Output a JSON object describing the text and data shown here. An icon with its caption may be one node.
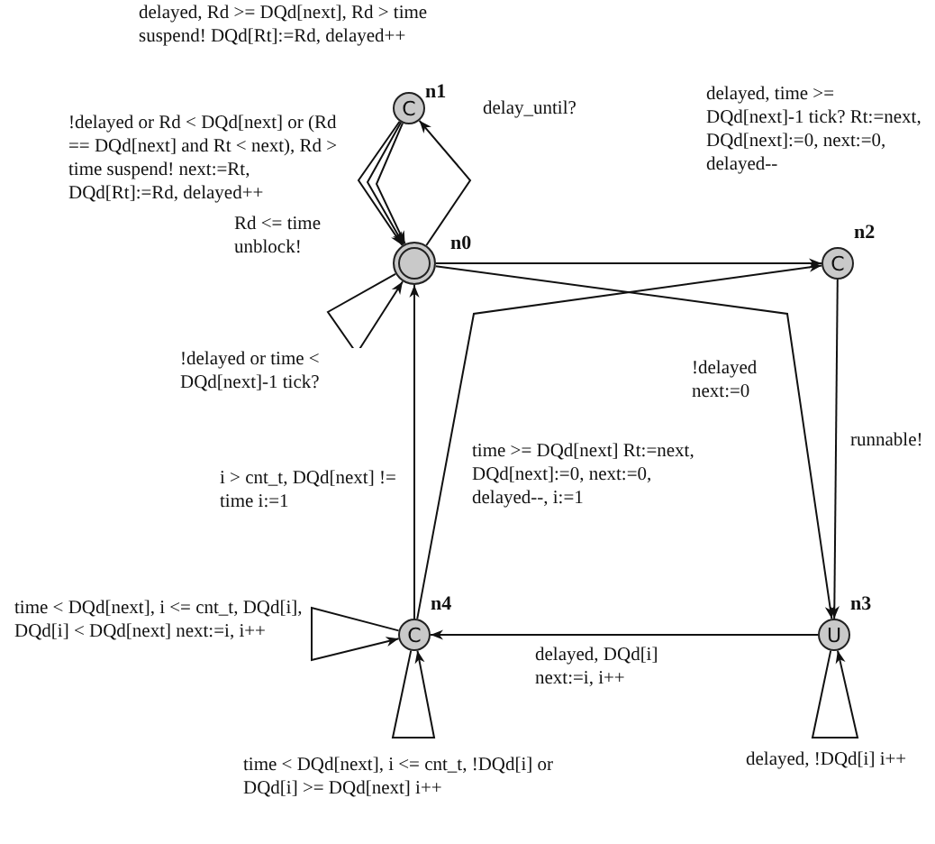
{
  "diagram": {
    "nodes": [
      {
        "text": [
          "C",
          "n1"
        ]
      },
      {
        "text": [
          "n0"
        ]
      },
      {
        "text": [
          "C",
          "n2"
        ]
      },
      {
        "text": [
          "C",
          "n4"
        ]
      },
      {
        "text": [
          "U",
          "n3"
        ]
      }
    ],
    "edges": [
      {
        "from": 0,
        "to": 1,
        "arrow": "to",
        "label": "delayed, Rd >= DQd[next], Rd > time suspend! DQd[Rt]:=Rd, delayed++"
      },
      {
        "from": 0,
        "to": 1,
        "arrow": "to",
        "label": "!delayed or Rd < DQd[next] or (Rd == DQd[next] and Rt < next), Rd > time suspend! next:=Rt, DQd[Rt]:=Rd, delayed++"
      },
      {
        "from": 0,
        "to": 1,
        "arrow": "to",
        "label": "Rd <= time unblock!"
      },
      {
        "from": 1,
        "to": 0,
        "arrow": "to",
        "label": "delay_until?"
      },
      {
        "from": 1,
        "to": 1,
        "arrow": "to",
        "label": "!delayed or time < DQd[next]-1 tick?"
      },
      {
        "from": 1,
        "to": 2,
        "arrow": "to",
        "label": "delayed, time >= DQd[next]-1 tick? Rt:=next, DQd[next]:=0, next:=0, delayed--"
      },
      {
        "from": 1,
        "to": 4,
        "arrow": "to",
        "label": "!delayed next:=0"
      },
      {
        "from": 2,
        "to": 4,
        "arrow": "to",
        "label": "runnable!"
      },
      {
        "from": 3,
        "to": 2,
        "arrow": "to",
        "label": "time >= DQd[next] Rt:=next, DQd[next]:=0, next:=0, delayed--, i:=1"
      },
      {
        "from": 3,
        "to": 1,
        "arrow": "to",
        "label": "i > cnt_t, DQd[next] != time i:=1"
      },
      {
        "from": 4,
        "to": 3,
        "arrow": "to",
        "label": "delayed, DQd[i] next:=i, i++"
      },
      {
        "from": 3,
        "to": 3,
        "arrow": "to",
        "label": "time < DQd[next], i <= cnt_t, DQd[i], DQd[i] < DQd[next] next:=i, i++"
      },
      {
        "from": 3,
        "to": 3,
        "arrow": "to",
        "label": "time < DQd[next], i <= cnt_t, !DQd[i] or DQd[i] >= DQd[next] i++"
      },
      {
        "from": 4,
        "to": 4,
        "arrow": "to",
        "label": "delayed, !DQd[i] i++"
      }
    ]
  }
}
